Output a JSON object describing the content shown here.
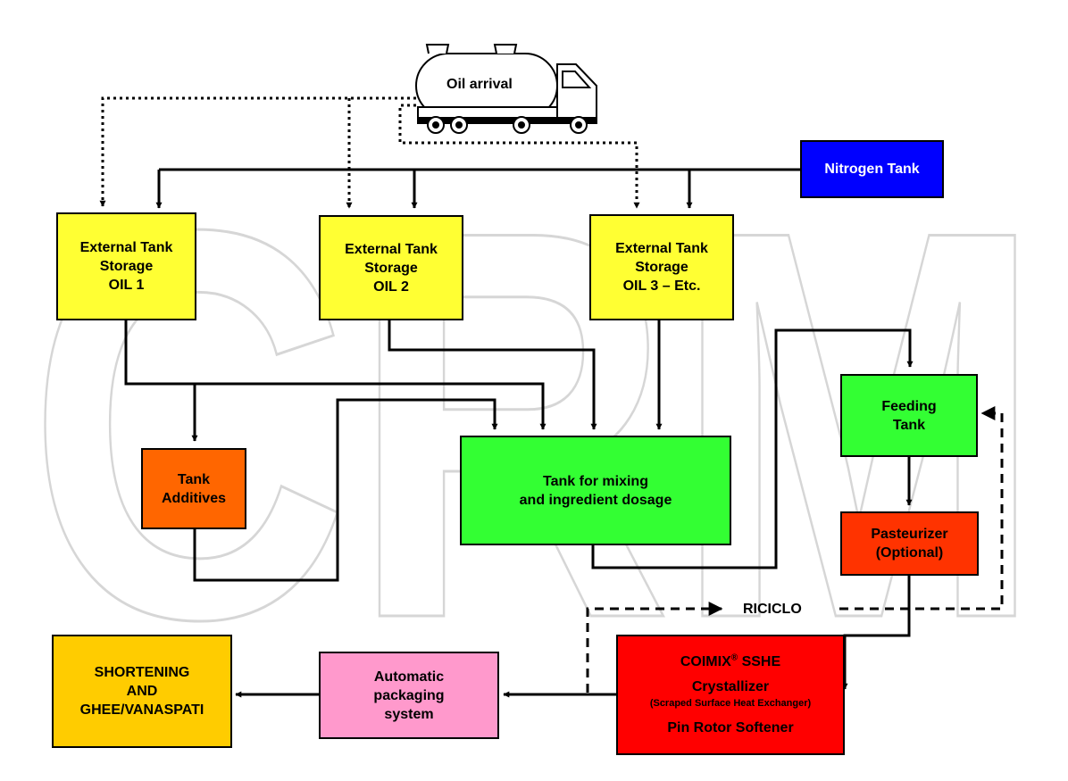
{
  "watermark": "CRM",
  "truck": {
    "label": "Oil arrival"
  },
  "nitrogen": {
    "label": "Nitrogen Tank",
    "color": "#0000ff"
  },
  "tanks": [
    {
      "lines": [
        "External Tank",
        "Storage",
        "OIL 1"
      ]
    },
    {
      "lines": [
        "External Tank",
        "Storage",
        "OIL 2"
      ]
    },
    {
      "lines": [
        "External Tank",
        "Storage",
        "OIL 3 – Etc."
      ]
    }
  ],
  "tank_color": "#ffff33",
  "additives": {
    "lines": [
      "Tank",
      "Additives"
    ],
    "color": "#ff6600"
  },
  "mixing": {
    "lines": [
      "Tank for mixing",
      "and ingredient dosage"
    ],
    "color": "#33ff33"
  },
  "feeding": {
    "lines": [
      "Feeding",
      "Tank"
    ],
    "color": "#33ff33"
  },
  "pasteurizer": {
    "lines": [
      "Pasteurizer",
      "(Optional)"
    ],
    "color": "#ff3300"
  },
  "coimix": {
    "title": "COIMIX",
    "reg": "®",
    "title_suffix": " SSHE",
    "line2": "Crystallizer",
    "line3": "(Scraped Surface Heat Exchanger)",
    "line4": "Pin Rotor Softener",
    "color": "#ff0000"
  },
  "packaging": {
    "lines": [
      "Automatic",
      "packaging",
      "system"
    ],
    "color": "#ff99cc"
  },
  "shortening": {
    "lines": [
      "SHORTENING",
      "AND",
      "GHEE/VANASPATI"
    ],
    "color": "#ffcc00"
  },
  "riciclo": {
    "label": "RICICLO"
  }
}
